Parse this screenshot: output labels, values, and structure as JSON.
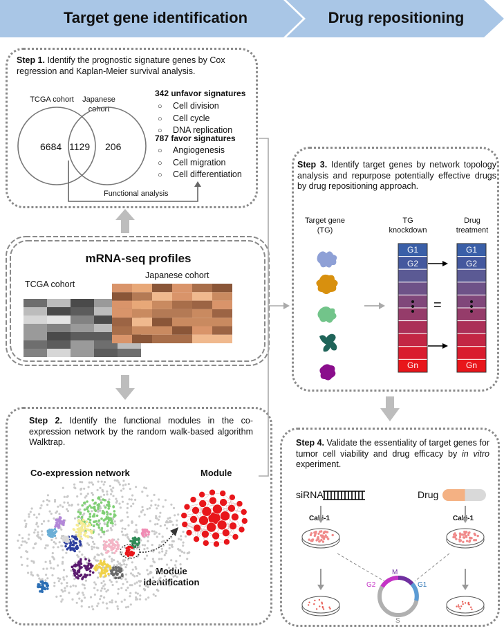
{
  "header": {
    "left_title": "Target gene identification",
    "right_title": "Drug repositioning"
  },
  "step1": {
    "label": "Step 1.",
    "text": " Identify the prognostic signature genes by Cox regression and Kaplan-Meier survival analysis.",
    "venn_left_label": "TCGA cohort",
    "venn_right_label": "Japanese cohort",
    "venn_left_value": "6684",
    "venn_overlap_value": "1129",
    "venn_right_value": "206",
    "unfavor_title": "342 unfavor signatures",
    "unfavor_items": [
      "Cell division",
      "Cell cycle",
      "DNA replication"
    ],
    "favor_title": "787 favor signatures",
    "favor_items": [
      "Angiogenesis",
      "Cell migration",
      "Cell differentiation"
    ],
    "functional_label": "Functional analysis"
  },
  "mrna": {
    "title": "mRNA-seq profiles",
    "tcga_label": "TCGA cohort",
    "japanese_label": "Japanese cohort"
  },
  "step2": {
    "label": "Step 2.",
    "text": " Identify the functional modules in the co-expression network by the random walk-based algorithm Walktrap.",
    "network_title": "Co-expression network",
    "module_title": "Module",
    "module_id_label": "Module identification"
  },
  "step3": {
    "label": "Step 3.",
    "text": " Identify target genes by network topology analysis and repurpose potentially effective drugs by drug repositioning approach.",
    "tg_title": "Target gene (TG)",
    "knockdown_title": "TG knockdown",
    "drug_title": "Drug treatment",
    "g1": "G1",
    "g2": "G2",
    "gn": "Gn",
    "equals": "="
  },
  "step4": {
    "label": "Step 4.",
    "text_part1": " Validate the essentiality of target genes for tumor cell viability and drug efficacy by ",
    "text_italic": "in vitro",
    "text_part2": " experiment.",
    "sirna_label": "siRNA",
    "drug_label": "Drug",
    "cell_left": "Caki-1",
    "cell_right": "Caki-1",
    "phase_m": "M",
    "phase_g2": "G2",
    "phase_g1": "G1",
    "phase_s": "S"
  },
  "colors": {
    "header_blue": "#a9c6e6",
    "tg_blue": "#8ea0d6",
    "tg_orange": "#d8900e",
    "tg_green": "#72c48a",
    "tg_teal": "#1f6459",
    "tg_purple": "#8a0e8c",
    "drug_orange": "#f4b183",
    "module_red": "#e8161b"
  }
}
